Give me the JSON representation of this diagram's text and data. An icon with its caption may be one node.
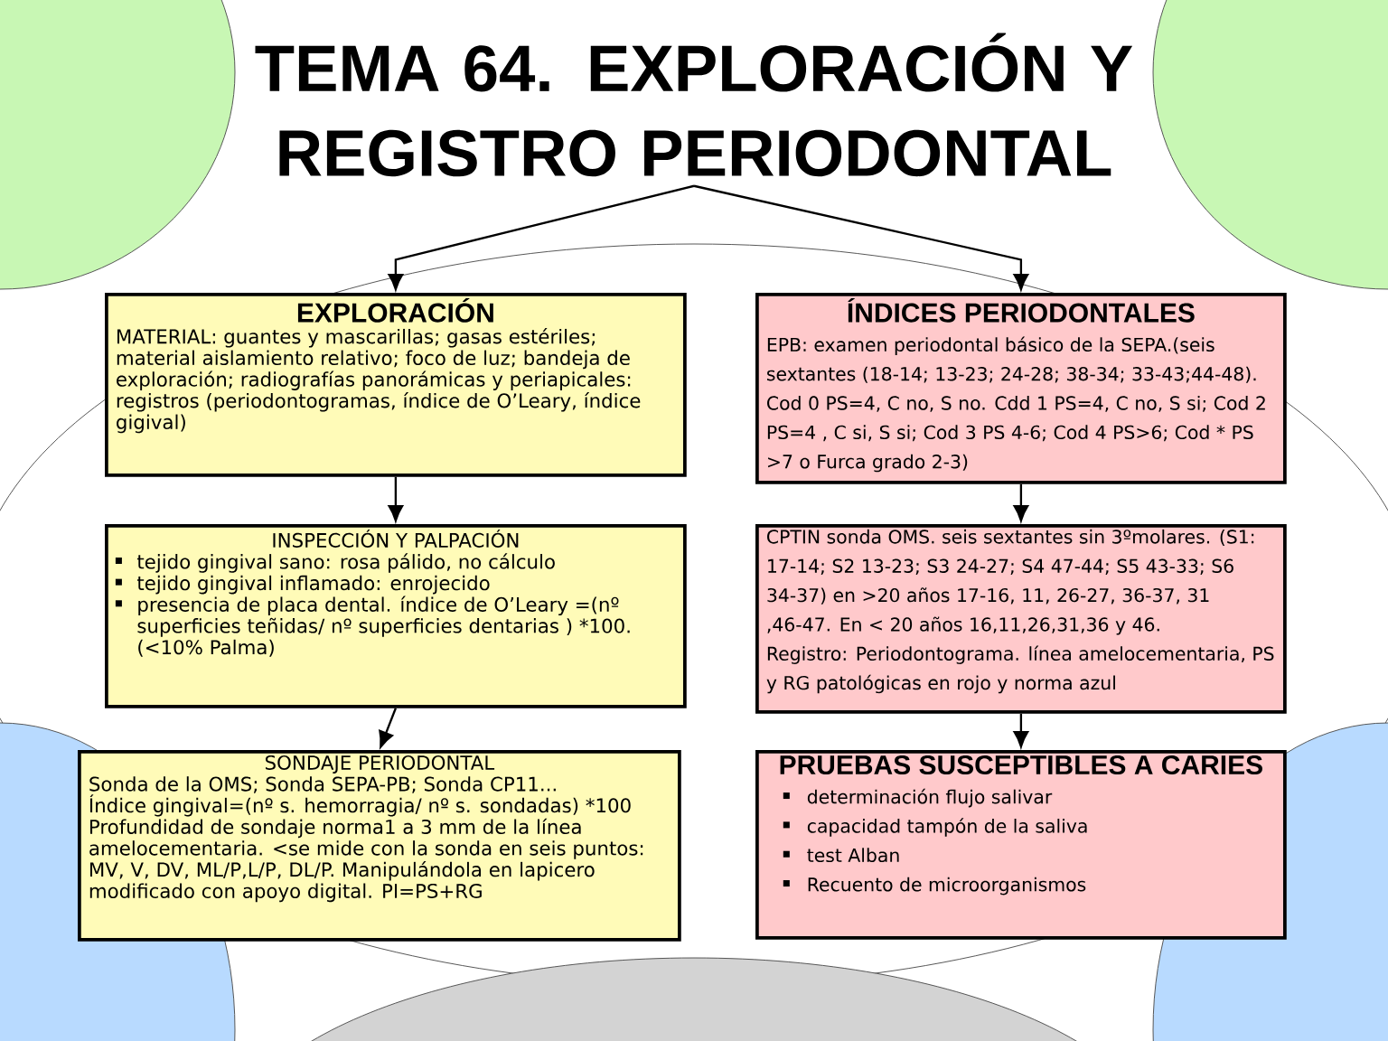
{
  "diagram": {
    "nodes": [
      {
        "text": [
          "TEMA 64. EXPLORACIÓN Y REGISTRO PERIODONTAL"
        ]
      },
      {
        "text": [
          "EXPLORACIÓN",
          "MATERIAL: guantes y mascarillas; gasas estériles; material aislamiento relativo; foco de luz; bandeja de exploración; radiografías panorámicas y periapicales: registros (periodontogramas, índice de O’Leary, índice gigival)"
        ]
      },
      {
        "text": [
          "ÍNDICES PERIODONTALES",
          "EPB: examen periodontal básico de la SEPA.(seis sextantes (18-14; 13-23; 24-28; 38-34; 33-43;44-48). Cod 0 PS=4, C no, S no. Cdd 1 PS=4, C no, S si; Cod 2 PS=4 , C si, S si; Cod 3 PS 4-6; Cod 4 PS>6; Cod * PS >7 o Furca grado 2-3)"
        ]
      },
      {
        "text": [
          "INSPECCIÓN Y PALPACIÓN",
          "tejido gingival sano: rosa pálido, no cálculo",
          "tejido gingival inflamado: enrojecido",
          "presencia de placa dental. índice de O’Leary =(nº superficies teñidas/ nº superficies dentarias ) *100. (<10% Palma)"
        ]
      },
      {
        "text": [
          "CPTIN sonda OMS. seis sextantes sin 3ºmolares. (S1: 17-14; S2 13-23; S3 24-27; S4 47-44; S5 43-33; S6 34-37) en >20 años 17-16, 11, 26-27, 36-37, 31 ,46-47. En < 20 años 16,11,26,31,36 y 46.",
          "Registro: Periodontograma. línea amelocementaria, PS y RG patológicas en rojo y norma azul"
        ]
      },
      {
        "text": [
          "SONDAJE PERIODONTAL",
          "Sonda de la OMS; Sonda SEPA-PB; Sonda CP11...",
          "Índice gingival=(nº s. hemorragia/ nº s. sondadas) *100",
          "Profundidad de sondaje norma1 a 3 mm de la línea amelocementaria. <se mide con la sonda en seis puntos: MV, V, DV, ML/P,L/P, DL/P. Manipulándola en lapicero modificado con apoyo digital. PI=PS+RG"
        ]
      },
      {
        "text": [
          "PRUEBAS SUSCEPTIBLES A CARIES",
          "determinación flujo salivar",
          "capacidad tampón de la saliva",
          "test Alban",
          "Recuento de microorganismos"
        ]
      }
    ],
    "edges": [
      {
        "from": 0,
        "to": 1,
        "arrow": "to"
      },
      {
        "from": 0,
        "to": 2,
        "arrow": "to"
      },
      {
        "from": 1,
        "to": 3,
        "arrow": "to"
      },
      {
        "from": 3,
        "to": 5,
        "arrow": "to"
      },
      {
        "from": 2,
        "to": 4,
        "arrow": "to"
      },
      {
        "from": 4,
        "to": 6,
        "arrow": "to"
      }
    ]
  }
}
